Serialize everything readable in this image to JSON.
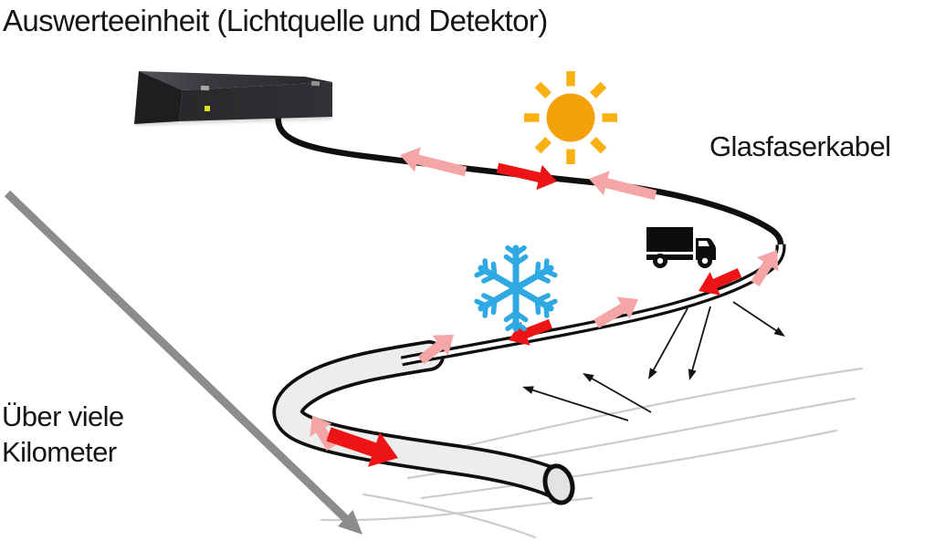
{
  "diagram": {
    "title": "Auswerteeinheit (Lichtquelle und Detektor)",
    "labels": {
      "cable": "Glasfaserkabel",
      "distance_line1": "Über viele",
      "distance_line2": "Kilometer"
    },
    "icons": {
      "device": "evaluation-unit-box-icon",
      "sun": "sun-icon",
      "snowflake": "snowflake-icon",
      "truck": "truck-icon",
      "distance_arrow": "long-distance-arrow-icon",
      "scatter": "scattered-light-arrows"
    },
    "colors": {
      "pulse_red": "#ec1414",
      "pulse_pink": "#f4a6a6",
      "sun_disc": "#f3a108",
      "sun_rays": "#f8b013",
      "snowflake": "#2fa9e1",
      "cable": "#0f0f0f",
      "tube_fill": "#ededed",
      "distance_arrow": "#8c8c8c",
      "terrain": "#cccccc",
      "device_led": "#d9e021",
      "text": "#151515"
    }
  }
}
